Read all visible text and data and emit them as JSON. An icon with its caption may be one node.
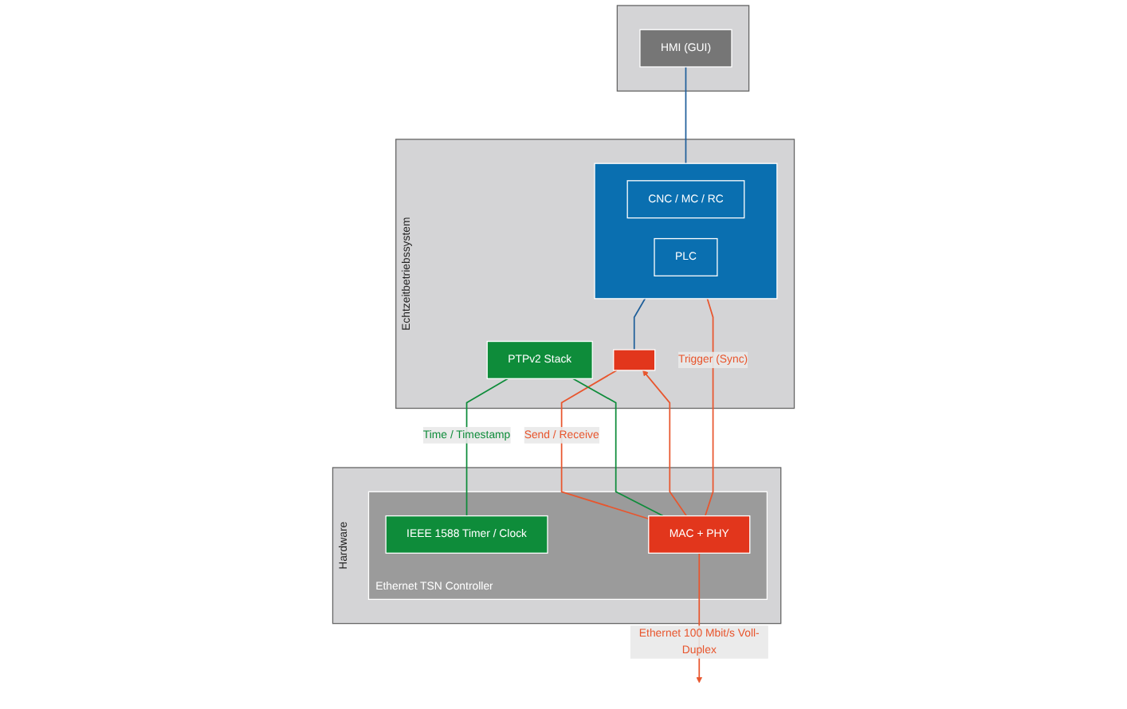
{
  "diagram": {
    "nodes": [
      {
        "text": [],
        "shape": "box"
      },
      {
        "text": [
          "HMI (GUI)"
        ],
        "in": 0
      },
      {
        "text": [
          "Echtzeitbetriebssystem"
        ]
      },
      {
        "text": [],
        "shape": "box",
        "in": 2
      },
      {
        "text": [
          "CNC / MC / RC"
        ],
        "in": 3
      },
      {
        "text": [
          "PLC"
        ],
        "in": 3
      },
      {
        "text": [],
        "shape": "box",
        "in": 2
      },
      {
        "text": [
          "PTPv2 Stack"
        ],
        "in": 2
      },
      {
        "text": [
          "Hardware"
        ]
      },
      {
        "text": [
          "Ethernet TSN Controller"
        ],
        "in": 8
      },
      {
        "text": [
          "MAC + PHY"
        ],
        "in": 9
      },
      {
        "text": [
          "IEEE 1588 Timer / Clock"
        ],
        "in": 9
      }
    ],
    "edges": [
      {
        "from": 1,
        "to": 3,
        "arrow": "none",
        "color": "#1f5f9a"
      },
      {
        "from": 3,
        "to": 6,
        "arrow": "none",
        "color": "#1f5f9a"
      },
      {
        "from": 6,
        "to": 10,
        "arrow": "none",
        "label": "Send / Receive",
        "color": "#e8562e"
      },
      {
        "from": 7,
        "to": 10,
        "arrow": "none",
        "color": "#0e8c3a"
      },
      {
        "from": 7,
        "to": 11,
        "arrow": "none",
        "label": "Time / Timestamp",
        "color": "#0e8c3a"
      },
      {
        "from": 10,
        "to": 3,
        "arrow": "to",
        "label": "Trigger (Sync)",
        "color": "#e8562e"
      },
      {
        "from": 10,
        "to": 6,
        "arrow": "to",
        "color": "#e8562e"
      },
      {
        "from": 10,
        "to": null,
        "arrow": "to",
        "label": "Ethernet 100 Mbit/s Voll-Duplex",
        "color": "#e8562e"
      }
    ]
  }
}
